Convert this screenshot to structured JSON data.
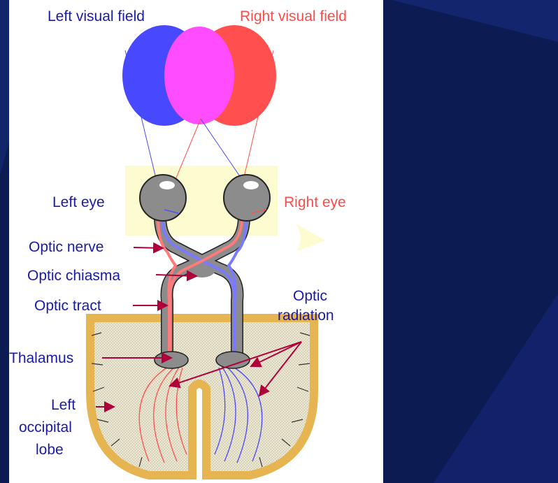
{
  "colors": {
    "left_field": "#4848ff",
    "right_field": "#ff4f4f",
    "overlap": "#ff4cff",
    "label_blue": "#1a1aa8",
    "label_red": "#ff4a4a",
    "arrow": "#b0003a",
    "nerve_gray": "#8c8c8c",
    "brain_tan": "#e6b450",
    "highlight_yellow": "#fdfbd0"
  },
  "labels": {
    "left_visual_field": "Left visual field",
    "right_visual_field": "Right visual field",
    "left_eye": "Left eye",
    "right_eye": "Right eye",
    "optic_nerve": "Optic nerve",
    "optic_chiasma": "Optic chiasma",
    "optic_tract": "Optic tract",
    "optic_radiation_line1": "Optic",
    "optic_radiation_line2": "radiation",
    "thalamus": "Thalamus",
    "left_occipital_line1": "Left",
    "left_occipital_line2": "occipital",
    "left_occipital_line3": "lobe"
  }
}
